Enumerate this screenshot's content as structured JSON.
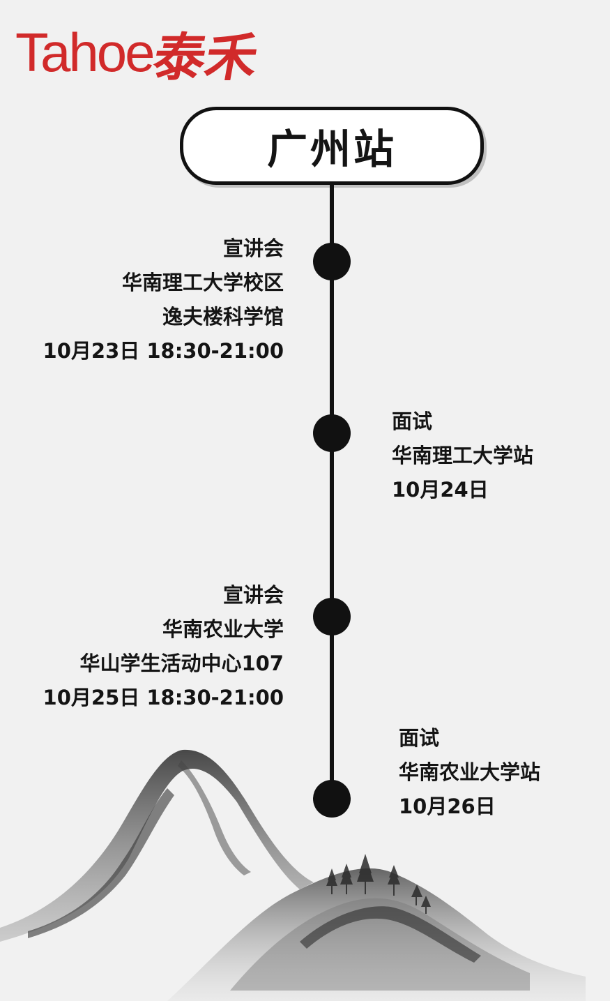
{
  "logo": {
    "latin": "Tahoe",
    "cjk": "泰禾",
    "color": "#d12a2a"
  },
  "station": {
    "title": "广州站"
  },
  "events": [
    {
      "side": "left",
      "type": "宣讲会",
      "lines": [
        "华南理工大学校区",
        "逸夫楼科学馆",
        "10月23日 18:30-21:00"
      ]
    },
    {
      "side": "right",
      "type": "面试",
      "lines": [
        "华南理工大学站",
        "10月24日"
      ]
    },
    {
      "side": "left",
      "type": "宣讲会",
      "lines": [
        "华南农业大学",
        "华山学生活动中心107",
        "10月25日 18:30-21:00"
      ]
    },
    {
      "side": "right",
      "type": "面试",
      "lines": [
        "华南农业大学站",
        "10月26日"
      ]
    }
  ],
  "decor": {
    "mountains-icon": "ink-wash-mountains",
    "trees-icon": "pine-trees"
  }
}
